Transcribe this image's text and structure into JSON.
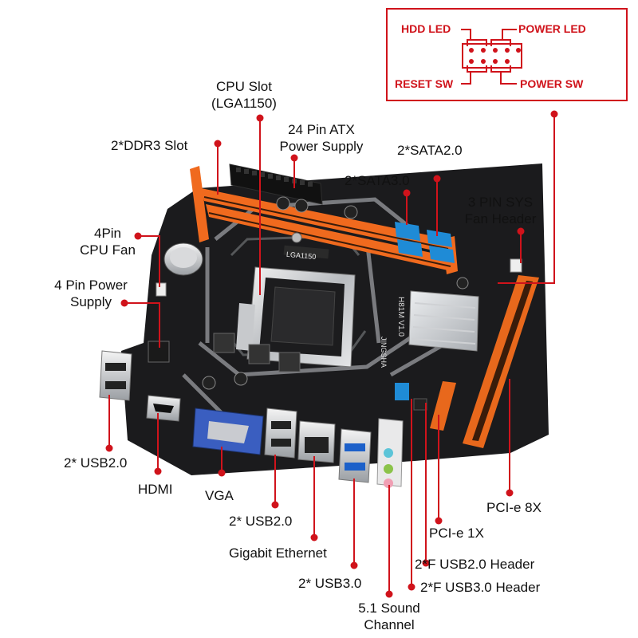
{
  "header_pins": {
    "hdd_led": "HDD  LED",
    "power_led": "POWER LED",
    "reset_sw": "RESET SW",
    "power_sw": "POWER SW"
  },
  "labels": {
    "cpu_slot": [
      "CPU Slot",
      "(LGA1150)"
    ],
    "atx_24pin": [
      "24 Pin ATX",
      "Power Supply"
    ],
    "ddr3_slot": "2*DDR3 Slot",
    "sata2": "2*SATA2.0",
    "sata3": "2*SATA3.0",
    "sys_fan": [
      "3 PIN SYS",
      "Fan Header"
    ],
    "cpu_fan": [
      "4Pin",
      "CPU Fan"
    ],
    "power_4pin": [
      "4 Pin Power",
      "Supply"
    ],
    "usb2_left": "2* USB2.0",
    "hdmi": "HDMI",
    "vga": "VGA",
    "usb2_mid": "2* USB2.0",
    "ethernet": "Gigabit Ethernet",
    "usb3": "2* USB3.0",
    "sound": [
      "5.1 Sound",
      "Channel"
    ],
    "pcie_8x": "PCI-e 8X",
    "pcie_1x": "PCI-e 1X",
    "f_usb2": "2*F USB2.0 Header",
    "f_usb3": "2*F USB3.0 Header"
  },
  "board_marks": {
    "socket_text": "LGA1150",
    "board_model": "H81M V1.0",
    "brand": "JINGSHA"
  },
  "colors": {
    "accent_red": "#d0131b",
    "pcb": "#1b1b1d",
    "ram_slot": "#f06a1e",
    "pcie": "#e8681c",
    "sata": "#1f8bd6",
    "usb3_port": "#1c60c9",
    "vga_port": "#3a5ec0"
  }
}
